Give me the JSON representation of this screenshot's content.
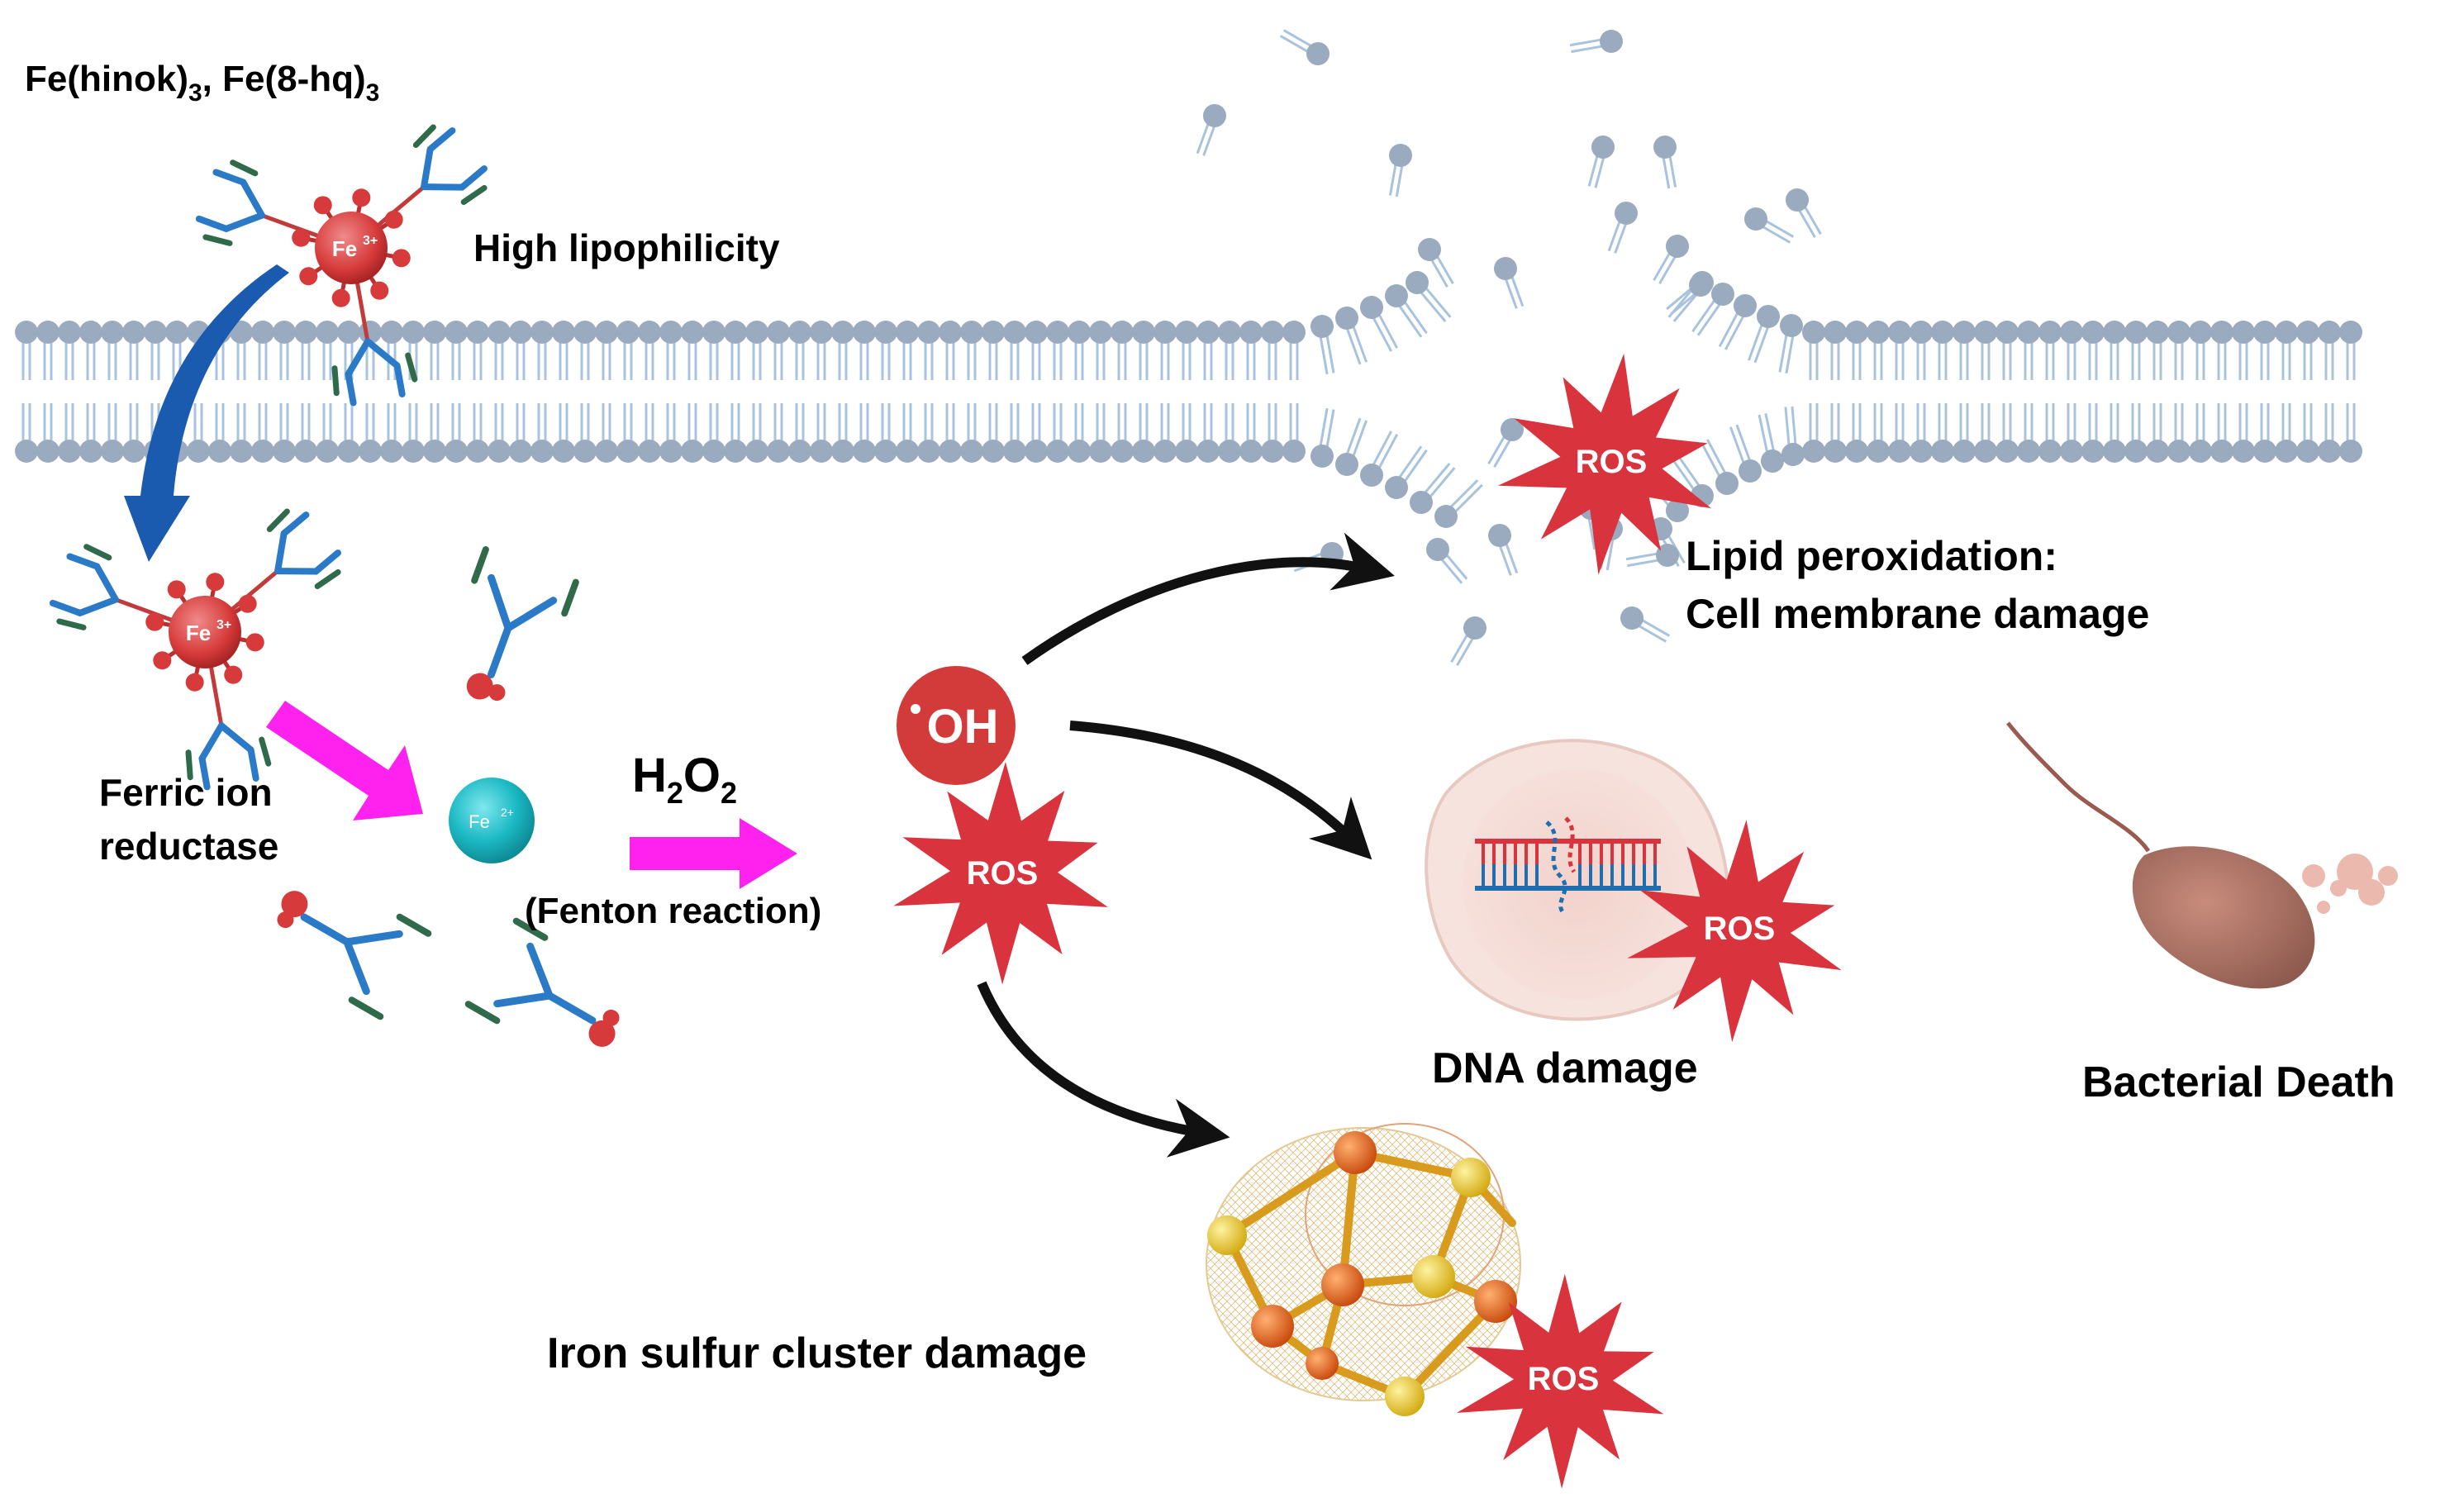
{
  "labels": {
    "compounds_part1": "Fe(hinok)",
    "compounds_sub1": "3",
    "compounds_sep": ",  Fe(8-hq)",
    "compounds_sub2": "3",
    "lipophilicity": "High lipophilicity",
    "reductase_line1": "Ferric ion",
    "reductase_line2": "reductase",
    "fe3_ion": "Fe",
    "fe3_charge": "3+",
    "fe2_ion": "Fe",
    "fe2_charge": "2+",
    "h2o2_h": "H",
    "h2o2_sub1": "2",
    "h2o2_o": "O",
    "h2o2_sub2": "2",
    "fenton": "(Fenton reaction)",
    "hydroxyl": "OH",
    "ros": "ROS",
    "lipid_line1": "Lipid peroxidation:",
    "lipid_line2": "Cell membrane damage",
    "dna": "DNA damage",
    "iron_sulfur": "Iron sulfur cluster damage",
    "bacterial_death": "Bacterial Death"
  },
  "colors": {
    "membrane_head": "#9aabc0",
    "membrane_tail": "#a9c3dd",
    "fe3_complex": "#d63a3a",
    "fe2_ion": "#1bb9c4",
    "ros_star": "#d9333d",
    "magenta_arrow": "#ff22ee",
    "blue_arrow": "#1a5bb0",
    "black_arrow": "#111111",
    "ligand_blue": "#2a7ac8",
    "ligand_green": "#2f6b4a"
  }
}
